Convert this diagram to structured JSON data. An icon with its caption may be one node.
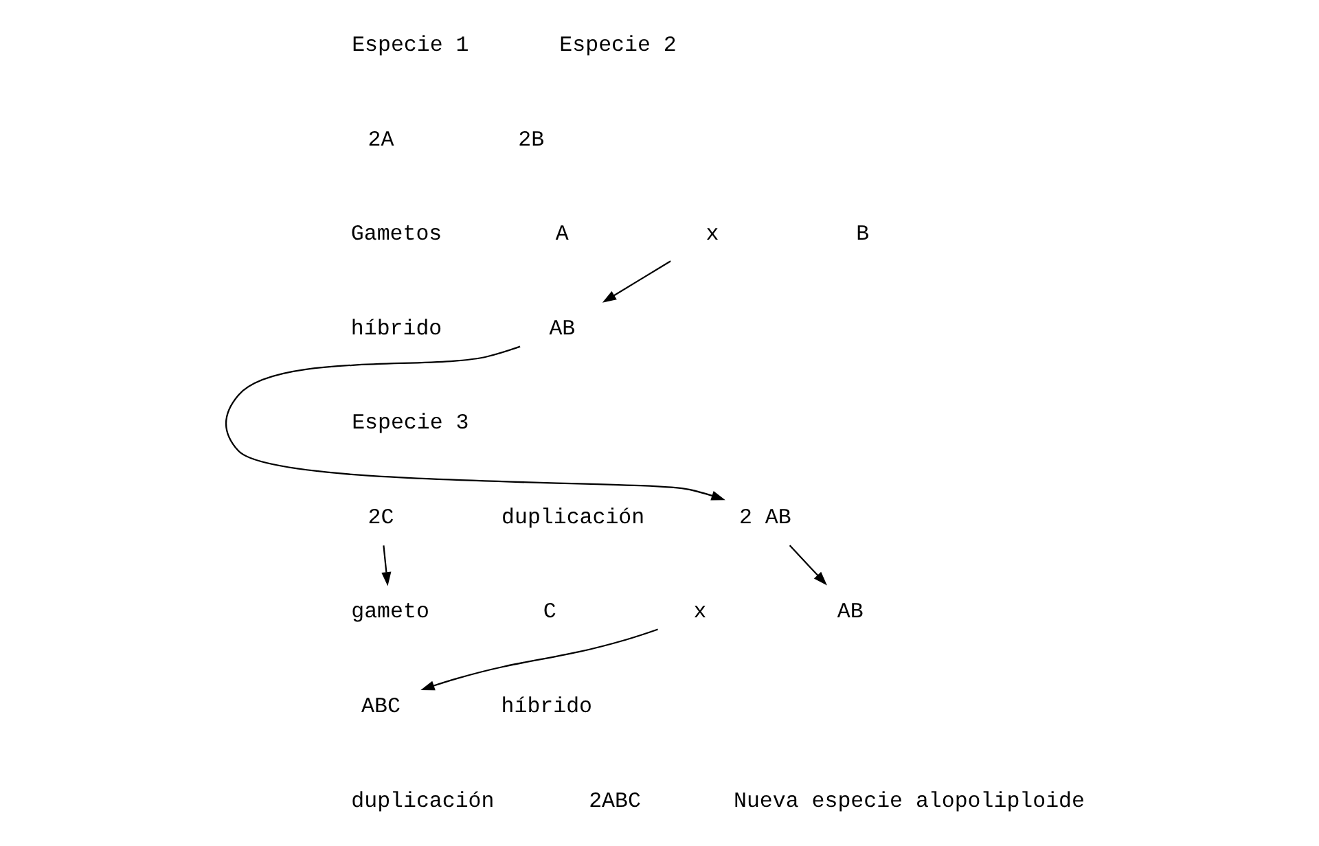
{
  "diagram": {
    "nodes": [
      {
        "text": [
          "x"
        ]
      },
      {
        "text": [
          "AB"
        ]
      },
      {
        "text": [
          "2 AB"
        ]
      },
      {
        "text": [
          "AB"
        ]
      },
      {
        "text": [
          "2C"
        ]
      },
      {
        "text": [
          "gameto"
        ]
      },
      {
        "text": [
          "x"
        ]
      },
      {
        "text": [
          "ABC"
        ]
      }
    ],
    "edges": [
      {
        "from": 0,
        "to": 1,
        "arrow": "to"
      },
      {
        "from": 1,
        "to": 2,
        "arrow": "to"
      },
      {
        "from": 2,
        "to": 3,
        "arrow": "to"
      },
      {
        "from": 4,
        "to": 5,
        "arrow": "to"
      },
      {
        "from": 6,
        "to": 7,
        "arrow": "to"
      }
    ],
    "labels": [
      "Especie 1",
      "Especie 2",
      "2A",
      "2B",
      "Gametos",
      "A",
      "B",
      "híbrido",
      "Especie 3",
      "duplicación",
      "C",
      "híbrido",
      "duplicación",
      "2ABC",
      "Nueva especie alopoliploide"
    ]
  }
}
